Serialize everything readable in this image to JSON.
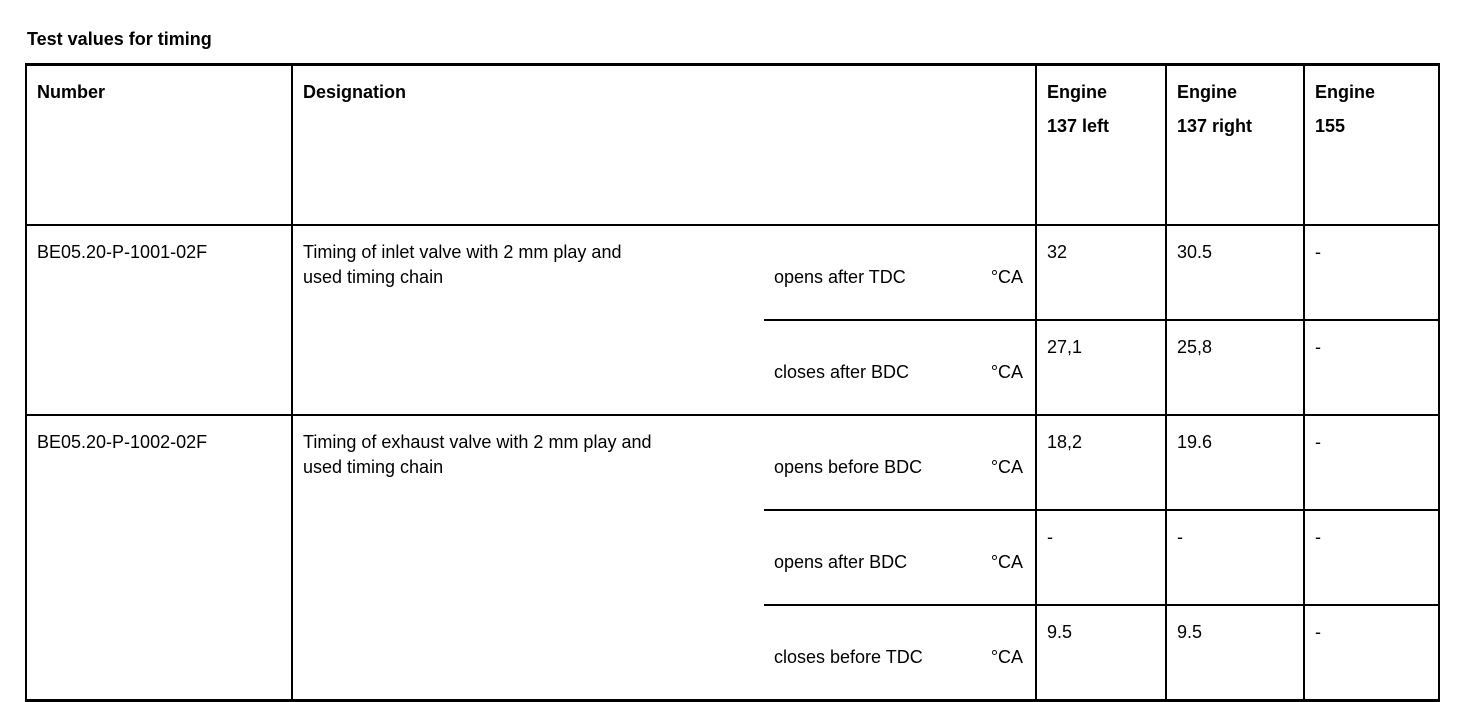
{
  "page": {
    "title": "Test values for timing"
  },
  "colors": {
    "text": "#000000",
    "background": "#ffffff",
    "border": "#000000"
  },
  "table": {
    "headers": {
      "number": "Number",
      "designation": "Designation",
      "engine_137_left": "Engine\n137 left",
      "engine_137_right": "Engine\n137 right",
      "engine_155": "Engine\n155"
    },
    "rows": [
      {
        "number": "BE05.20-P-1001-02F",
        "designation": "Timing of inlet valve with 2 mm play and\nused timing chain",
        "specs": [
          {
            "condition": "opens after TDC",
            "unit": "°CA",
            "engine_137_left": "32",
            "engine_137_right": "30.5",
            "engine_155": "-"
          },
          {
            "condition": "closes after BDC",
            "unit": "°CA",
            "engine_137_left": "27,1",
            "engine_137_right": "25,8",
            "engine_155": "-"
          }
        ]
      },
      {
        "number": "BE05.20-P-1002-02F",
        "designation": "Timing of exhaust valve with 2 mm play and\nused timing chain",
        "specs": [
          {
            "condition": "opens before BDC",
            "unit": "°CA",
            "engine_137_left": "18,2",
            "engine_137_right": "19.6",
            "engine_155": "-"
          },
          {
            "condition": "opens after BDC",
            "unit": "°CA",
            "engine_137_left": "-",
            "engine_137_right": "-",
            "engine_155": "-"
          },
          {
            "condition": "closes before TDC",
            "unit": "°CA",
            "engine_137_left": "9.5",
            "engine_137_right": "9.5",
            "engine_155": "-"
          }
        ]
      }
    ]
  }
}
